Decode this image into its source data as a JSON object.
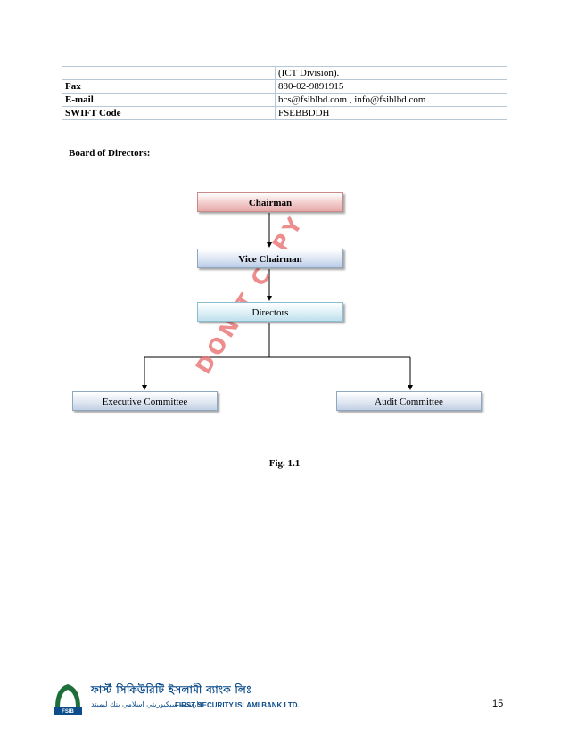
{
  "table": {
    "rows": [
      {
        "key": "",
        "value": "(ICT Division)."
      },
      {
        "key": "Fax",
        "value": "880-02-9891915"
      },
      {
        "key": "E-mail",
        "value": "bcs@fsiblbd.com   , info@fsiblbd.com"
      },
      {
        "key": "SWIFT  Code",
        "value": "FSEBBDDH"
      }
    ]
  },
  "heading": "Board of Directors:",
  "org": {
    "chairman": "Chairman",
    "vice_chairman": "Vice Chairman",
    "directors": "Directors",
    "executive_committee": "Executive   Committee",
    "audit_committee": "Audit  Committee"
  },
  "watermark": "DON'T COPY",
  "figure_caption": "Fig. 1.1",
  "footer": {
    "bank_name_bn": "ফার্স্ট সিকিউরিটি ইসলামী ব্যাংক লিঃ",
    "bank_name_ar": "فارست سيكيوريتي اسلامي بنك ليميتد",
    "bank_name_en": "FIRST SECURITY ISLAMI BANK LTD.",
    "logo_text": "FSIB",
    "page_number": "15"
  }
}
